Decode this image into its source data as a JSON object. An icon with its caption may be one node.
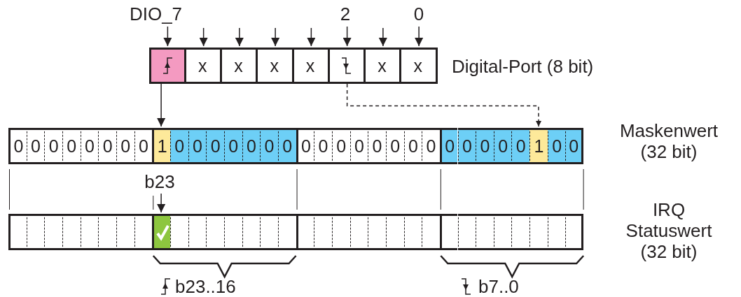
{
  "diagram": {
    "nodes": [
      {
        "text": [],
        "shape": "box"
      },
      {
        "text": [
          "x"
        ]
      },
      {
        "text": [
          "x"
        ]
      },
      {
        "text": [
          "x"
        ]
      },
      {
        "text": [
          "x"
        ]
      },
      {
        "text": [],
        "shape": "box"
      },
      {
        "text": [
          "x"
        ]
      },
      {
        "text": [
          "x"
        ]
      },
      {
        "text": [
          "DIO_7"
        ]
      },
      {
        "text": [
          "2"
        ]
      },
      {
        "text": [
          "0"
        ]
      },
      {
        "text": [
          "0"
        ]
      },
      {
        "text": [
          "0"
        ]
      },
      {
        "text": [
          "0"
        ]
      },
      {
        "text": [
          "0"
        ]
      },
      {
        "text": [
          "0"
        ]
      },
      {
        "text": [
          "0"
        ]
      },
      {
        "text": [
          "0"
        ]
      },
      {
        "text": [
          "0"
        ]
      },
      {
        "text": [
          "1"
        ]
      },
      {
        "text": [
          "0"
        ]
      },
      {
        "text": [
          "0"
        ]
      },
      {
        "text": [
          "0"
        ]
      },
      {
        "text": [
          "0"
        ]
      },
      {
        "text": [
          "0"
        ]
      },
      {
        "text": [
          "0"
        ]
      },
      {
        "text": [
          "0"
        ]
      },
      {
        "text": [
          "0"
        ]
      },
      {
        "text": [
          "0"
        ]
      },
      {
        "text": [
          "0"
        ]
      },
      {
        "text": [
          "0"
        ]
      },
      {
        "text": [
          "0"
        ]
      },
      {
        "text": [
          "0"
        ]
      },
      {
        "text": [
          "0"
        ]
      },
      {
        "text": [
          "0"
        ]
      },
      {
        "text": [
          "0"
        ]
      },
      {
        "text": [
          "0"
        ]
      },
      {
        "text": [
          "0"
        ]
      },
      {
        "text": [
          "0"
        ]
      },
      {
        "text": [
          "0"
        ]
      },
      {
        "text": [
          "1"
        ]
      },
      {
        "text": [
          "0"
        ]
      },
      {
        "text": [
          "0"
        ]
      },
      {
        "text": [],
        "shape": "box"
      },
      {
        "text": [],
        "shape": "box"
      },
      {
        "text": [],
        "shape": "box"
      },
      {
        "text": [],
        "shape": "box"
      },
      {
        "text": [],
        "shape": "box"
      },
      {
        "text": [],
        "shape": "box"
      },
      {
        "text": [],
        "shape": "box"
      },
      {
        "text": [],
        "shape": "box"
      },
      {
        "text": [],
        "shape": "box"
      },
      {
        "text": [],
        "shape": "box"
      },
      {
        "text": [],
        "shape": "box"
      },
      {
        "text": [],
        "shape": "box"
      },
      {
        "text": [],
        "shape": "box"
      },
      {
        "text": [],
        "shape": "box"
      },
      {
        "text": [],
        "shape": "box"
      },
      {
        "text": [],
        "shape": "box"
      },
      {
        "text": [],
        "shape": "box"
      },
      {
        "text": [],
        "shape": "box"
      },
      {
        "text": [],
        "shape": "box"
      },
      {
        "text": [],
        "shape": "box"
      },
      {
        "text": [],
        "shape": "box"
      },
      {
        "text": [],
        "shape": "box"
      },
      {
        "text": [],
        "shape": "box"
      },
      {
        "text": [],
        "shape": "box"
      },
      {
        "text": [],
        "shape": "box"
      },
      {
        "text": [],
        "shape": "box"
      },
      {
        "text": [],
        "shape": "box"
      },
      {
        "text": [],
        "shape": "box"
      },
      {
        "text": [],
        "shape": "box"
      },
      {
        "text": [],
        "shape": "box"
      },
      {
        "text": [],
        "shape": "box"
      },
      {
        "text": [],
        "shape": "box"
      },
      {
        "text": [
          "b23"
        ]
      }
    ],
    "edges": [
      {
        "from": 8,
        "to": 0,
        "arrow": "to"
      },
      {
        "from": null,
        "to": 1,
        "arrow": "to"
      },
      {
        "from": null,
        "to": 2,
        "arrow": "to"
      },
      {
        "from": null,
        "to": 3,
        "arrow": "to"
      },
      {
        "from": null,
        "to": 4,
        "arrow": "to"
      },
      {
        "from": 9,
        "to": 5,
        "arrow": "to"
      },
      {
        "from": null,
        "to": 6,
        "arrow": "to"
      },
      {
        "from": 10,
        "to": 7,
        "arrow": "to"
      },
      {
        "from": 0,
        "to": 19,
        "arrow": "to"
      },
      {
        "from": 5,
        "to": 40,
        "arrow": "to",
        "style": "dashed"
      },
      {
        "from": 75,
        "to": 51,
        "arrow": "to"
      }
    ],
    "labels": [
      "Digital-Port (8 bit)",
      "Maskenwert (32 bit)",
      "IRQ Statuswert (32 bit)",
      "b23..16",
      "b7..0"
    ]
  }
}
